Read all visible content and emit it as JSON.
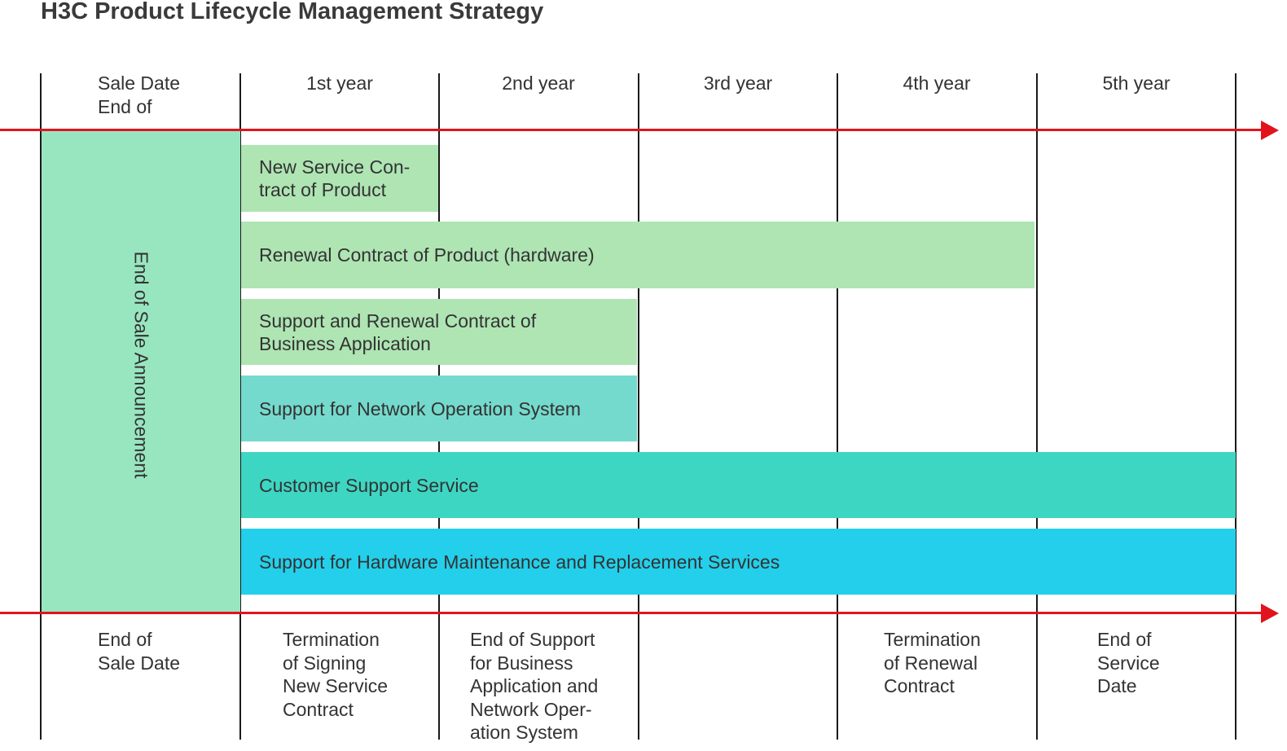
{
  "title": "H3C Product Lifecycle Management Strategy",
  "header": {
    "col0": "Sale Date\nEnd of",
    "years": [
      "1st year",
      "2nd year",
      "3rd year",
      "4th year",
      "5th year"
    ]
  },
  "end_of_sale_announcement": "End of Sale Announcement",
  "bars": [
    {
      "label": "New Service Con-\ntract of Product",
      "color": "#aee5b3"
    },
    {
      "label": "Renewal Contract of Product (hardware)",
      "color": "#aee5b3"
    },
    {
      "label": "Support and Renewal Contract of\nBusiness Application",
      "color": "#aee5b3"
    },
    {
      "label": "Support for Network Operation System",
      "color": "#74dacd"
    },
    {
      "label": "Customer Support Service",
      "color": "#3dd6c3"
    },
    {
      "label": "Support for Hardware Maintenance and Replacement Services",
      "color": "#23cfea"
    }
  ],
  "footer": [
    "End of\nSale Date",
    "Termination\nof Signing\nNew Service\nContract",
    "End of Support\nfor Business\nApplication and\nNetwork Oper-\nation System",
    "Termination\nof Renewal\nContract",
    "End of\nService\nDate"
  ],
  "colors": {
    "timeline_arrow": "#e1141e",
    "eos_block": "#98e6c0",
    "grid_line": "#1a1a1a"
  }
}
